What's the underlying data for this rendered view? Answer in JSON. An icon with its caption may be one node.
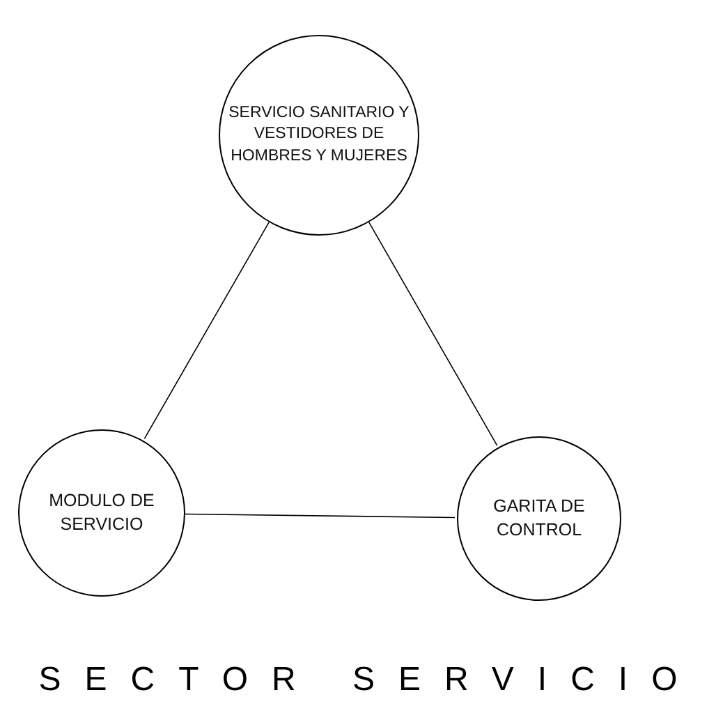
{
  "diagram": {
    "title": "SECTOR SERVICIO",
    "nodes": [
      {
        "text": [
          "SERVICIO SANITARIO Y VESTIDORES DE HOMBRES Y MUJERES"
        ]
      },
      {
        "text": [
          "MODULO DE SERVICIO"
        ]
      },
      {
        "text": [
          "GARITA DE CONTROL"
        ]
      }
    ],
    "edges": [
      {
        "from": 0,
        "to": 1,
        "arrow": "none"
      },
      {
        "from": 0,
        "to": 2,
        "arrow": "none"
      },
      {
        "from": 1,
        "to": 2,
        "arrow": "none"
      }
    ]
  }
}
